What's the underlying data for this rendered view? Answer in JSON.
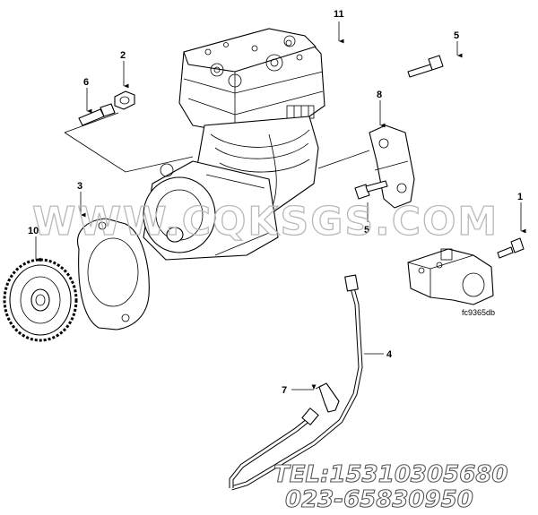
{
  "callouts": {
    "c1": "1",
    "c2": "2",
    "c3": "3",
    "c4": "4",
    "c5a": "5",
    "c5b": "5",
    "c6": "6",
    "c7": "7",
    "c8": "8",
    "c10": "10",
    "c11": "11"
  },
  "reference_code": "fc9365db",
  "watermark": {
    "site": "WWW.CQKSGS.COM",
    "tel": "TEL:15310305680",
    "phone": "023-65830950"
  }
}
